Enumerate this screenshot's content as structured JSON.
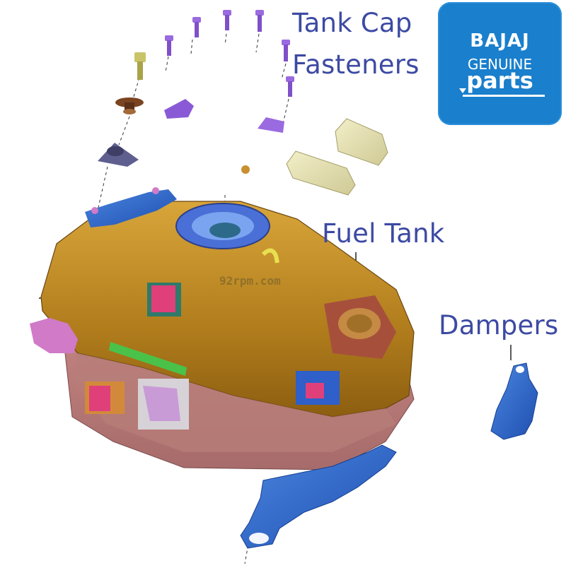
{
  "labels": {
    "tank_cap_line1": "Tank Cap",
    "tank_cap_line2": "Fasteners",
    "fuel_tank": "Fuel Tank",
    "dampers": "Dampers"
  },
  "logo": {
    "brand": "BAJAJ",
    "line1": "GENUINE",
    "line2": "parts"
  },
  "watermark": "92rpm.com",
  "colors": {
    "label_text": "#3d4aa3",
    "logo_background": "#1a7fcc",
    "tank_top": "#b5821f",
    "tank_bottom": "#b87a78",
    "brackets": "#2f63c8",
    "fasteners": "#8a5ad6",
    "dampers": "#e6e2b4"
  }
}
